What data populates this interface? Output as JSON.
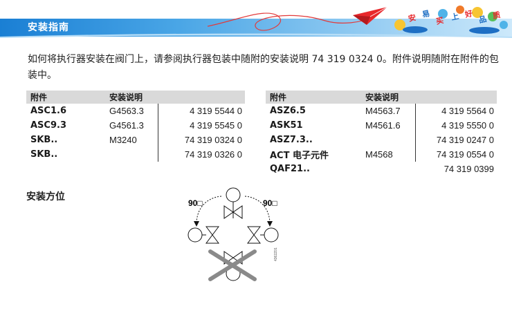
{
  "header": {
    "title": "安装指南",
    "slogan": [
      "安",
      "易",
      "买",
      "上",
      "好",
      "品",
      "质"
    ],
    "colors": {
      "bar_start": "#1e86d6",
      "bar_end": "#9fd4f5",
      "accent": "#e8282c"
    }
  },
  "intro": {
    "text": "如何将执行器安装在阀门上，请参阅执行器包装中随附的安装说明 74 319 0324 0。附件说明随附在附件的包装中。"
  },
  "accessories_left": {
    "headers": [
      "附件",
      "安装说明"
    ],
    "rows": [
      {
        "name": "ASC1.6",
        "instruction": "G4563.3",
        "number": "4 319 5544 0"
      },
      {
        "name": "ASC9.3",
        "instruction": "G4561.3",
        "number": "4 319 5545 0"
      },
      {
        "name": "SKB..",
        "instruction": "M3240",
        "number": "74 319 0324 0"
      },
      {
        "name": "SKB..",
        "instruction": "",
        "number": "74 319 0326 0"
      }
    ]
  },
  "accessories_right": {
    "headers": [
      "附件",
      "安装说明"
    ],
    "rows": [
      {
        "name": "ASZ6.5",
        "instruction": "M4563.7",
        "number": "4 319 5564 0"
      },
      {
        "name": "ASK51",
        "instruction": "M4561.6",
        "number": "4 319 5550 0"
      },
      {
        "name": "ASZ7.3..",
        "instruction": "",
        "number": "74 319 0247 0"
      },
      {
        "name": "ACT 电子元件",
        "instruction": "M4568",
        "number": "74 319 0554 0"
      },
      {
        "name": "QAF21..",
        "instruction": "",
        "number": "74 319 0399"
      }
    ]
  },
  "mounting": {
    "title": "安装方位",
    "angle_left": "90□",
    "angle_right": "90□",
    "code": "4362Z01"
  }
}
